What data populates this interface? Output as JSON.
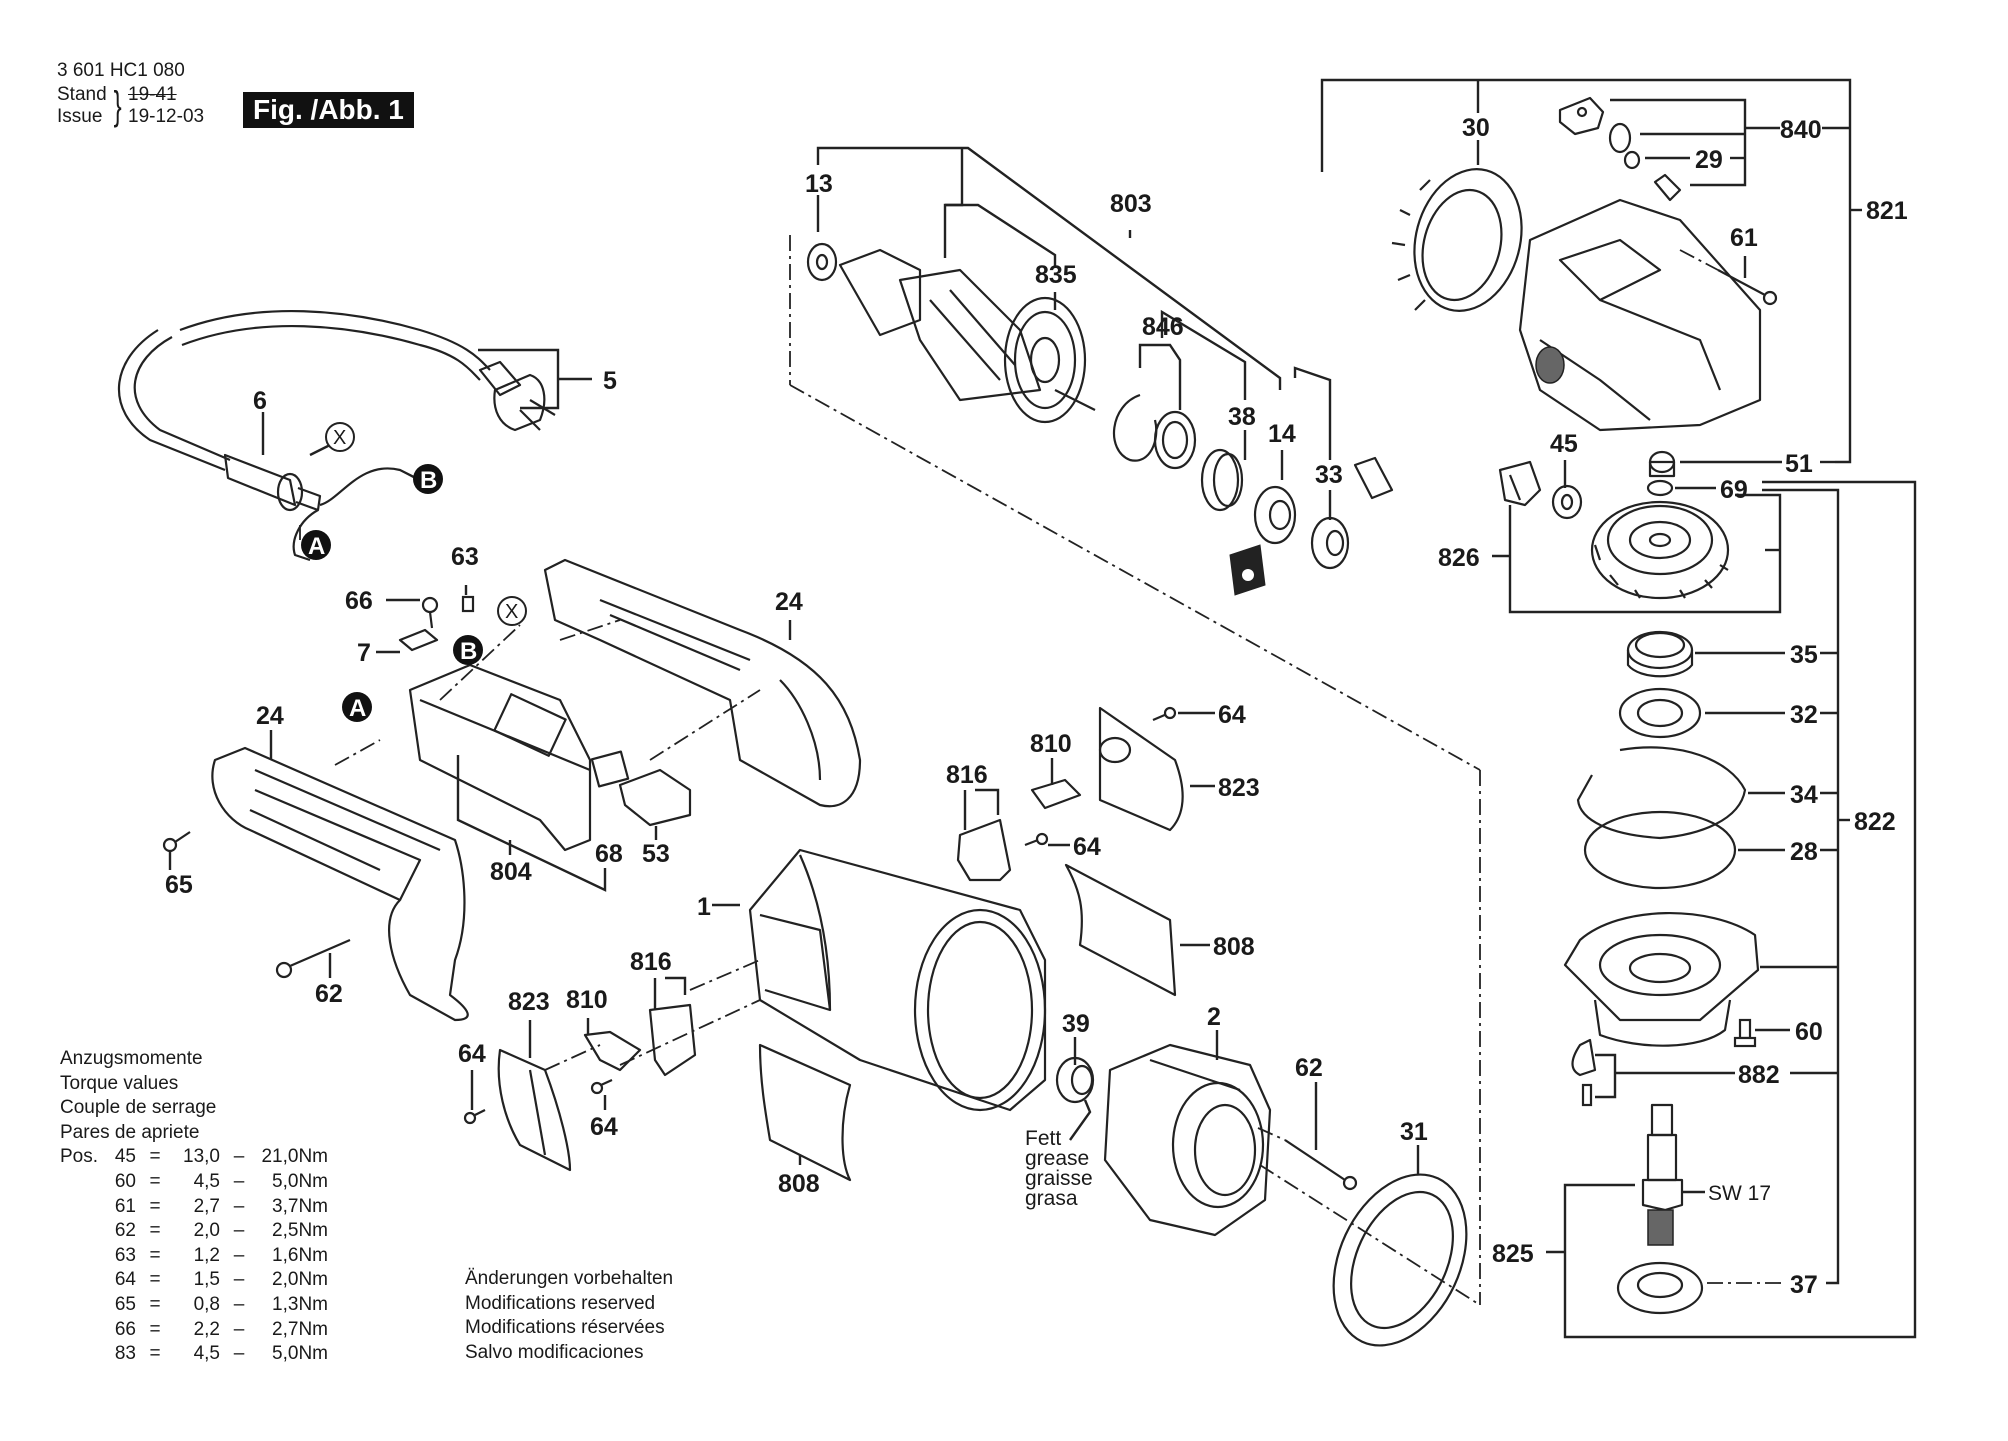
{
  "header": {
    "part_number": "3 601 HC1 080",
    "stand_label": "Stand",
    "issue_label": "Issue",
    "old_date": "19-41",
    "issue_date": "19-12-03",
    "figure_label": "Fig. /Abb. 1"
  },
  "torque": {
    "titles": [
      "Anzugsmomente",
      "Torque values",
      "Couple de serrage",
      "Pares de apriete"
    ],
    "pos_label": "Pos.",
    "rows": [
      {
        "pos": "45",
        "eq": "=",
        "min": "13,0",
        "dash": "–",
        "max": "21,0Nm"
      },
      {
        "pos": "60",
        "eq": "=",
        "min": "4,5",
        "dash": "–",
        "max": "5,0Nm"
      },
      {
        "pos": "61",
        "eq": "=",
        "min": "2,7",
        "dash": "–",
        "max": "3,7Nm"
      },
      {
        "pos": "62",
        "eq": "=",
        "min": "2,0",
        "dash": "–",
        "max": "2,5Nm"
      },
      {
        "pos": "63",
        "eq": "=",
        "min": "1,2",
        "dash": "–",
        "max": "1,6Nm"
      },
      {
        "pos": "64",
        "eq": "=",
        "min": "1,5",
        "dash": "–",
        "max": "2,0Nm"
      },
      {
        "pos": "65",
        "eq": "=",
        "min": "0,8",
        "dash": "–",
        "max": "1,3Nm"
      },
      {
        "pos": "66",
        "eq": "=",
        "min": "2,2",
        "dash": "–",
        "max": "2,7Nm"
      },
      {
        "pos": "83",
        "eq": "=",
        "min": "4,5",
        "dash": "–",
        "max": "5,0Nm"
      }
    ]
  },
  "notes": [
    "Änderungen vorbehalten",
    "Modifications reserved",
    "Modifications réservées",
    "Salvo modificaciones"
  ],
  "grease_note": [
    "Fett",
    "grease",
    "graisse",
    "grasa"
  ],
  "wrench_size": "SW 17",
  "connection_markers": {
    "a": "A",
    "b": "B",
    "x": "X"
  },
  "callouts": {
    "p1": "1",
    "p2": "2",
    "p5": "5",
    "p6": "6",
    "p7": "7",
    "p13": "13",
    "p14": "14",
    "p24a": "24",
    "p24b": "24",
    "p28": "28",
    "p29": "29",
    "p30": "30",
    "p31": "31",
    "p32": "32",
    "p33": "33",
    "p34": "34",
    "p35": "35",
    "p37": "37",
    "p38": "38",
    "p39": "39",
    "p45": "45",
    "p51": "51",
    "p53": "53",
    "p60": "60",
    "p61": "61",
    "p62a": "62",
    "p62b": "62",
    "p63": "63",
    "p64a": "64",
    "p64b": "64",
    "p64c": "64",
    "p64d": "64",
    "p65": "65",
    "p66": "66",
    "p68": "68",
    "p69": "69",
    "p803": "803",
    "p804": "804",
    "p808a": "808",
    "p808b": "808",
    "p810a": "810",
    "p810b": "810",
    "p816a": "816",
    "p816b": "816",
    "p821": "821",
    "p822": "822",
    "p823a": "823",
    "p823b": "823",
    "p825": "825",
    "p826": "826",
    "p835": "835",
    "p840": "840",
    "p846": "846",
    "p882": "882"
  }
}
